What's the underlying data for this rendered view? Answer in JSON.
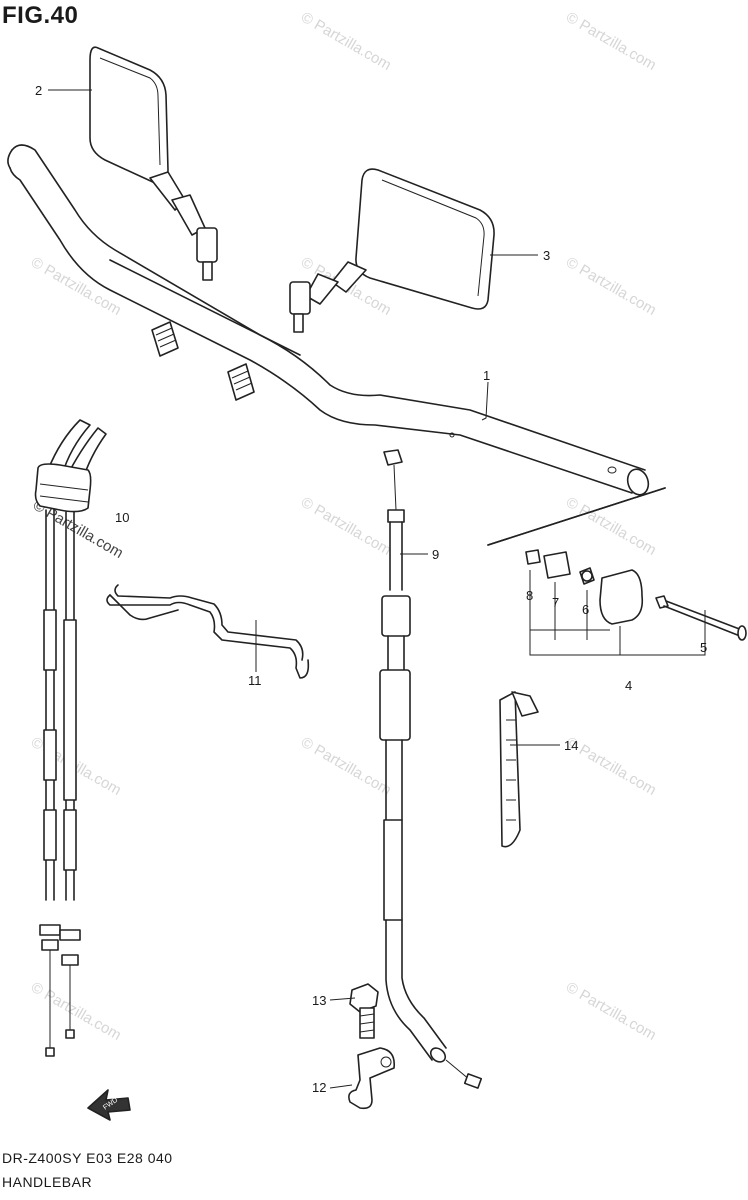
{
  "figure": {
    "title": "FIG.40"
  },
  "footer": {
    "model_line": "DR-Z400SY E03 E28 040",
    "name_line": "HANDLEBAR"
  },
  "watermark": {
    "text": "© Partzilla.com"
  },
  "fwd_label": "FWD",
  "callouts": {
    "c1": "1",
    "c2": "2",
    "c3": "3",
    "c4": "4",
    "c5": "5",
    "c6": "6",
    "c7": "7",
    "c8": "8",
    "c9": "9",
    "c10": "10",
    "c11": "11",
    "c12": "12",
    "c13": "13",
    "c14": "14"
  },
  "colors": {
    "line": "#222222",
    "watermark": "#d6d6d6",
    "background": "#ffffff"
  }
}
